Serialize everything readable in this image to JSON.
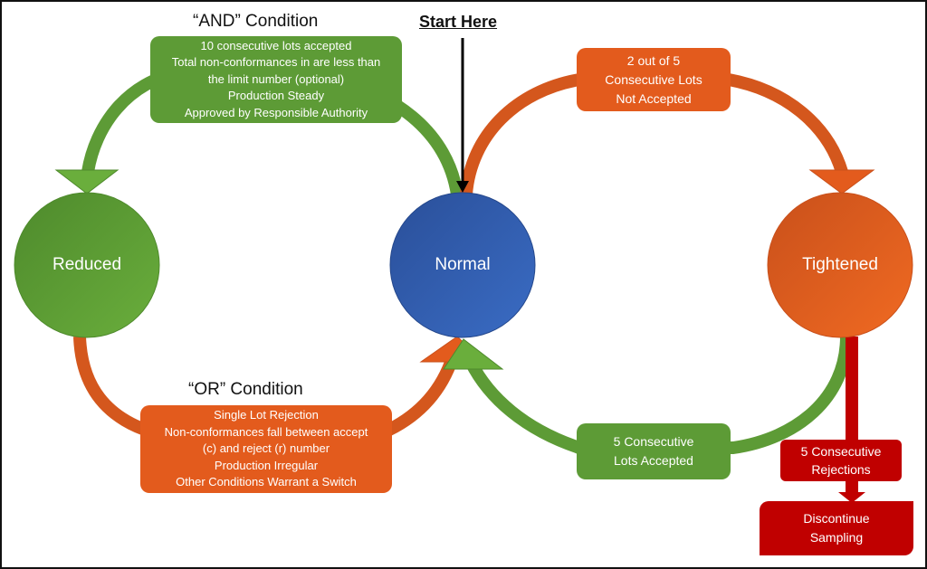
{
  "colors": {
    "green": "#5d9b36",
    "orange": "#e35b1d",
    "blue": "#2e5aa8",
    "red": "#c00000"
  },
  "start_label": "Start Here",
  "nodes": {
    "reduced": "Reduced",
    "normal": "Normal",
    "tightened": "Tightened"
  },
  "and_condition": {
    "heading": "“AND” Condition",
    "lines": [
      "10 consecutive lots accepted",
      "Total non-conformances in are less than",
      "the limit number (optional)",
      "Production Steady",
      "Approved by Responsible Authority"
    ]
  },
  "or_condition": {
    "heading": "“OR” Condition",
    "lines": [
      "Single Lot Rejection",
      "Non-conformances fall between accept",
      "(c) and reject (r) number",
      "Production Irregular",
      "Other Conditions Warrant a Switch"
    ]
  },
  "normal_to_tightened": {
    "lines": [
      "2 out of 5",
      "Consecutive Lots",
      "Not Accepted"
    ]
  },
  "tightened_to_normal": {
    "lines": [
      "5 Consecutive",
      "Lots Accepted"
    ]
  },
  "tightened_to_discontinue": {
    "lines": [
      "5 Consecutive",
      "Rejections"
    ]
  },
  "discontinue": {
    "lines": [
      "Discontinue",
      "Sampling"
    ]
  }
}
